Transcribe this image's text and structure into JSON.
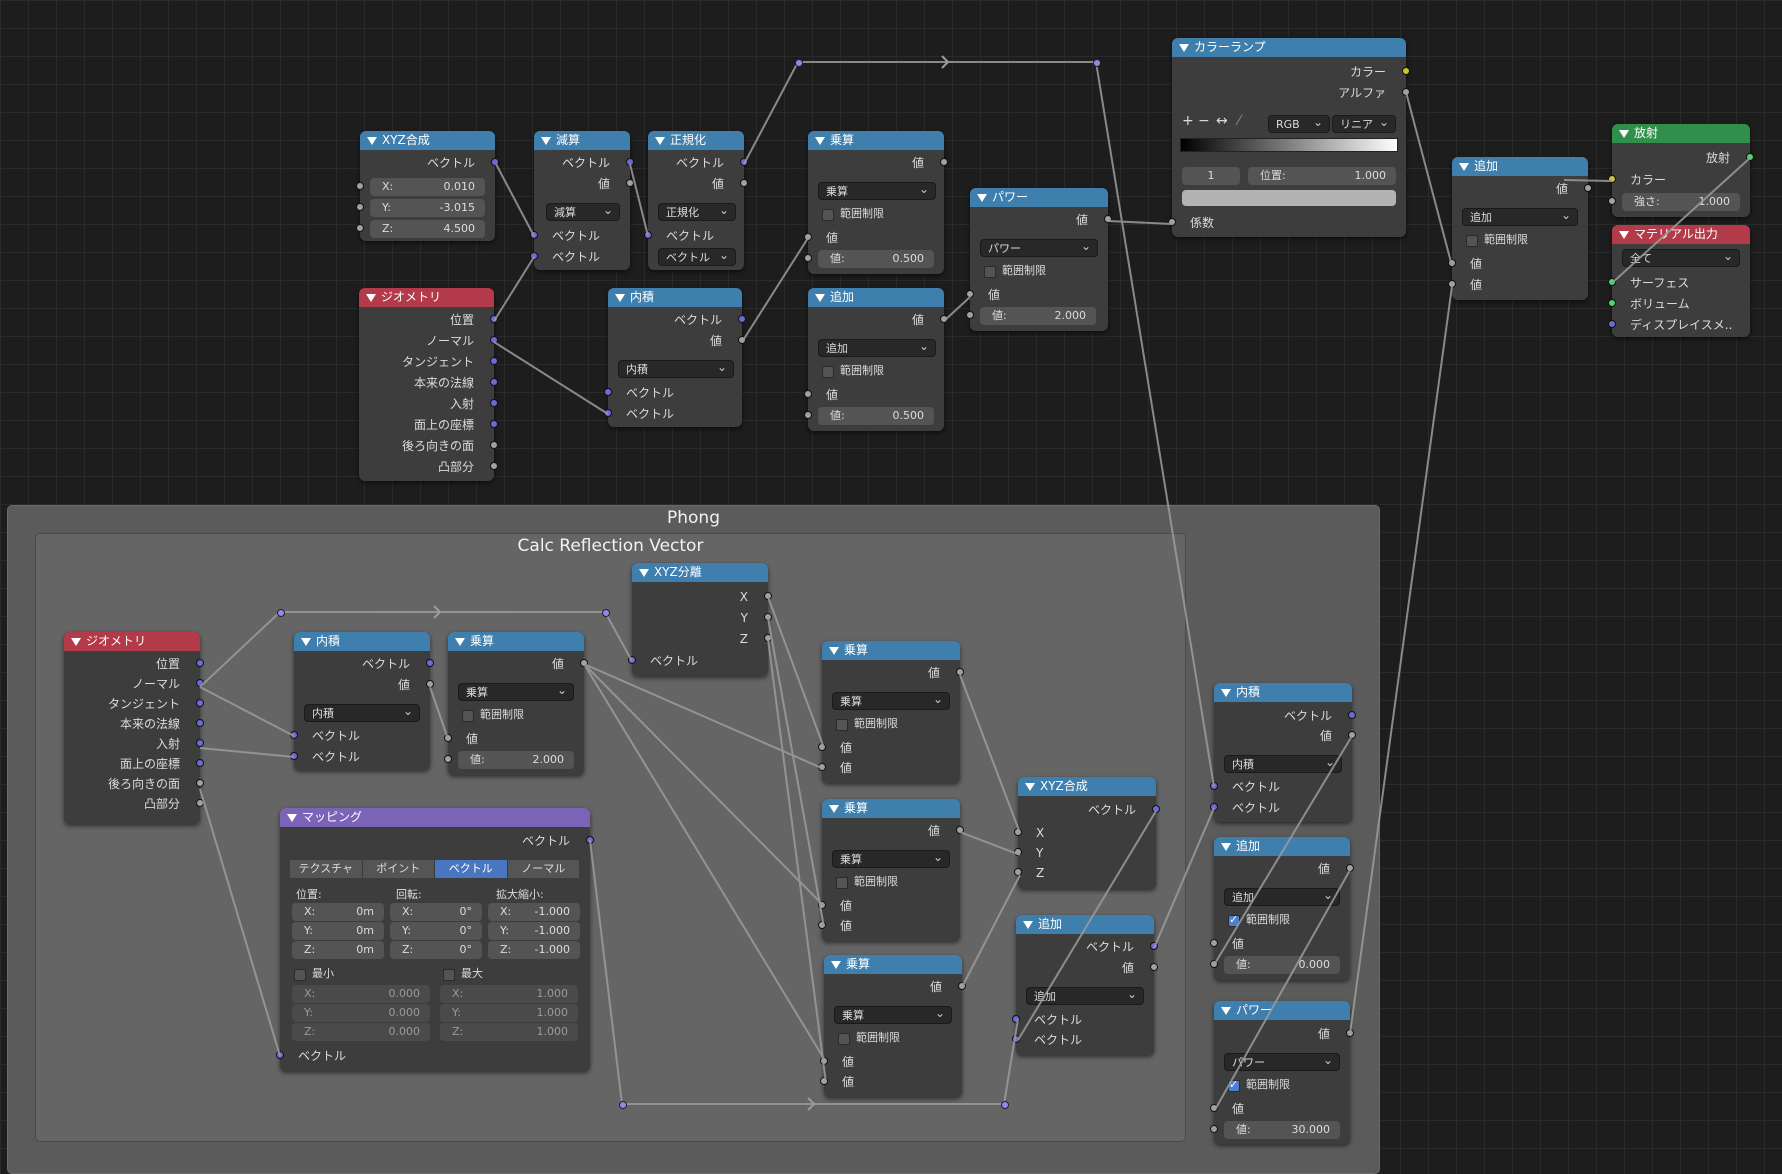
{
  "frames": {
    "phong": "Phong",
    "calc_reflection": "Calc Reflection Vector"
  },
  "colors": {
    "vector_socket": "#6b6bd6",
    "float_socket": "#a1a1a1",
    "color_socket": "#c7c729",
    "shader_socket": "#4bd66b",
    "header_math": "#3f7fae",
    "header_input": "#b33a48",
    "header_shader": "#2f8f4b",
    "header_mapping": "#7b64b8"
  },
  "nodes": {
    "combine_xyz_top": {
      "title": "XYZ合成",
      "out_vector": "ベクトル",
      "x": {
        "label": "X:",
        "value": "0.010"
      },
      "y": {
        "label": "Y:",
        "value": "-3.015"
      },
      "z": {
        "label": "Z:",
        "value": "4.500"
      }
    },
    "subtract": {
      "title": "減算",
      "out_vector": "ベクトル",
      "out_value": "値",
      "op": "減算",
      "in1": "ベクトル",
      "in2": "ベクトル"
    },
    "normalize": {
      "title": "正規化",
      "out_vector": "ベクトル",
      "out_value": "値",
      "op": "正規化",
      "in1": "ベクトル",
      "type": "ベクトル"
    },
    "geometry_top": {
      "title": "ジオメトリ",
      "outputs": [
        "位置",
        "ノーマル",
        "タンジェント",
        "本来の法線",
        "入射",
        "面上の座標",
        "後ろ向きの面",
        "凸部分"
      ]
    },
    "dot_top": {
      "title": "内積",
      "out_vector": "ベクトル",
      "out_value": "値",
      "op": "内積",
      "in1": "ベクトル",
      "in2": "ベクトル"
    },
    "mult_top": {
      "title": "乗算",
      "out_value": "値",
      "op": "乗算",
      "clamp": "範囲制限",
      "in1": "値",
      "in2": {
        "label": "値:",
        "value": "0.500"
      }
    },
    "add_top": {
      "title": "追加",
      "out_value": "値",
      "op": "追加",
      "clamp": "範囲制限",
      "in1": "値",
      "in2": {
        "label": "値:",
        "value": "0.500"
      }
    },
    "power_top": {
      "title": "パワー",
      "out_value": "値",
      "op": "パワー",
      "clamp": "範囲制限",
      "in1": "値",
      "in2": {
        "label": "値:",
        "value": "2.000"
      }
    },
    "color_ramp": {
      "title": "カラーランプ",
      "out_color": "カラー",
      "out_alpha": "アルファ",
      "ctrl_add": "+",
      "ctrl_remove": "−",
      "ctrl_flip": "↔",
      "ctrl_eyedrop": "⁄",
      "mode": "RGB",
      "interp": "リニア",
      "index": "1",
      "pos_label": "位置:",
      "pos_value": "1.000",
      "in_fac": "係数"
    },
    "add_right": {
      "title": "追加",
      "out_value": "値",
      "op": "追加",
      "clamp": "範囲制限",
      "in1": "値",
      "in2": "値"
    },
    "emission": {
      "title": "放射",
      "out": "放射",
      "in_color": "カラー",
      "strength": {
        "label": "強さ:",
        "value": "1.000"
      }
    },
    "material_output": {
      "title": "マテリアル出力",
      "target": "全て",
      "inputs": [
        "サーフェス",
        "ボリューム",
        "ディスプレイスメ.."
      ]
    },
    "geometry_phong": {
      "title": "ジオメトリ",
      "outputs": [
        "位置",
        "ノーマル",
        "タンジェント",
        "本来の法線",
        "入射",
        "面上の座標",
        "後ろ向きの面",
        "凸部分"
      ]
    },
    "dot_phong": {
      "title": "内積",
      "out_vector": "ベクトル",
      "out_value": "値",
      "op": "内積",
      "in1": "ベクトル",
      "in2": "ベクトル"
    },
    "mult_phong": {
      "title": "乗算",
      "out_value": "値",
      "op": "乗算",
      "clamp": "範囲制限",
      "in1": "値",
      "in2": {
        "label": "値:",
        "value": "2.000"
      }
    },
    "separate_xyz": {
      "title": "XYZ分離",
      "out_x": "X",
      "out_y": "Y",
      "out_z": "Z",
      "in_vector": "ベクトル"
    },
    "mapping": {
      "title": "マッピング",
      "out_vector": "ベクトル",
      "tabs": [
        "テクスチャ",
        "ポイント",
        "ベクトル",
        "ノーマル"
      ],
      "active_tab": "ベクトル",
      "col_loc": "位置:",
      "col_rot": "回転:",
      "col_scale": "拡大縮小:",
      "loc": [
        {
          "label": "X:",
          "value": "0m"
        },
        {
          "label": "Y:",
          "value": "0m"
        },
        {
          "label": "Z:",
          "value": "0m"
        }
      ],
      "rot": [
        {
          "label": "X:",
          "value": "0°"
        },
        {
          "label": "Y:",
          "value": "0°"
        },
        {
          "label": "Z:",
          "value": "0°"
        }
      ],
      "scale": [
        {
          "label": "X:",
          "value": "-1.000"
        },
        {
          "label": "Y:",
          "value": "-1.000"
        },
        {
          "label": "Z:",
          "value": "-1.000"
        }
      ],
      "min_label": "最小",
      "max_label": "最大",
      "min": [
        {
          "label": "X:",
          "value": "0.000"
        },
        {
          "label": "Y:",
          "value": "0.000"
        },
        {
          "label": "Z:",
          "value": "0.000"
        }
      ],
      "max": [
        {
          "label": "X:",
          "value": "1.000"
        },
        {
          "label": "Y:",
          "value": "1.000"
        },
        {
          "label": "Z:",
          "value": "1.000"
        }
      ],
      "in_vector": "ベクトル"
    },
    "mult_a": {
      "title": "乗算",
      "out_value": "値",
      "op": "乗算",
      "clamp": "範囲制限",
      "in1": "値",
      "in2": "値"
    },
    "mult_b": {
      "title": "乗算",
      "out_value": "値",
      "op": "乗算",
      "clamp": "範囲制限",
      "in1": "値",
      "in2": "値"
    },
    "mult_c": {
      "title": "乗算",
      "out_value": "値",
      "op": "乗算",
      "clamp": "範囲制限",
      "in1": "値",
      "in2": "値"
    },
    "combine_xyz_phong": {
      "title": "XYZ合成",
      "out_vector": "ベクトル",
      "in_x": "X",
      "in_y": "Y",
      "in_z": "Z"
    },
    "add_vec_phong": {
      "title": "追加",
      "out_vector": "ベクトル",
      "out_value": "値",
      "op": "追加",
      "in1": "ベクトル",
      "in2": "ベクトル"
    },
    "dot_r": {
      "title": "内積",
      "out_vector": "ベクトル",
      "out_value": "値",
      "op": "内積",
      "in1": "ベクトル",
      "in2": "ベクトル"
    },
    "add_r": {
      "title": "追加",
      "out_value": "値",
      "op": "追加",
      "clamp": "範囲制限",
      "in1": "値",
      "in2": {
        "label": "値:",
        "value": "0.000"
      }
    },
    "power_r": {
      "title": "パワー",
      "out_value": "値",
      "op": "パワー",
      "clamp": "範囲制限",
      "in1": "値",
      "in2": {
        "label": "値:",
        "value": "30.000"
      }
    }
  }
}
